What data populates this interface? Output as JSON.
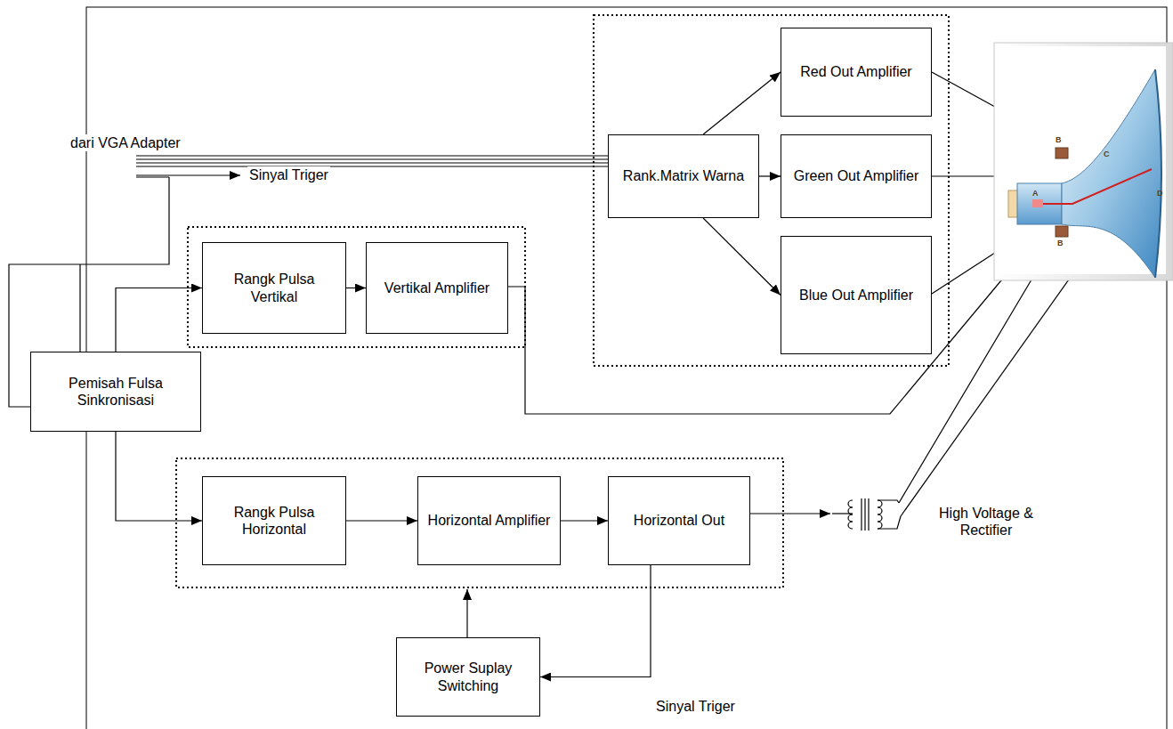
{
  "diagram": {
    "nodes": [
      {
        "text": [
          "Red Out Amplifier"
        ]
      },
      {
        "text": [
          "Rank.Matrix Warna"
        ]
      },
      {
        "text": [
          "Green Out Amplifier"
        ]
      },
      {
        "text": [
          "Blue Out Amplifier"
        ]
      },
      {
        "text": [
          "Rangk Pulsa Vertikal"
        ]
      },
      {
        "text": [
          "Vertikal Amplifier"
        ]
      },
      {
        "text": [
          "Pemisah Fulsa Sinkronisasi"
        ]
      },
      {
        "text": [
          "Rangk Pulsa Horizontal"
        ]
      },
      {
        "text": [
          "Horizontal Amplifier"
        ]
      },
      {
        "text": [
          "Horizontal Out"
        ]
      },
      {
        "text": [
          "Power Suplay Switching"
        ]
      }
    ],
    "edges": [
      {
        "from": 1,
        "to": 0,
        "arrow": "to"
      },
      {
        "from": 1,
        "to": 2,
        "arrow": "to"
      },
      {
        "from": 1,
        "to": 3,
        "arrow": "to"
      },
      {
        "from": 6,
        "to": 4,
        "arrow": "to"
      },
      {
        "from": 4,
        "to": 5,
        "arrow": "to"
      },
      {
        "from": 6,
        "to": 7,
        "arrow": "to"
      },
      {
        "from": 7,
        "to": 8,
        "arrow": "to"
      },
      {
        "from": 8,
        "to": 9,
        "arrow": "to"
      },
      {
        "from": 9,
        "to": 10,
        "arrow": "to"
      }
    ],
    "labels": [
      "dari VGA Adapter",
      "Sinyal Triger",
      "B",
      "A",
      "C",
      "D",
      "B",
      "High Voltage & Rectifier",
      "Sinyal Triger"
    ]
  }
}
